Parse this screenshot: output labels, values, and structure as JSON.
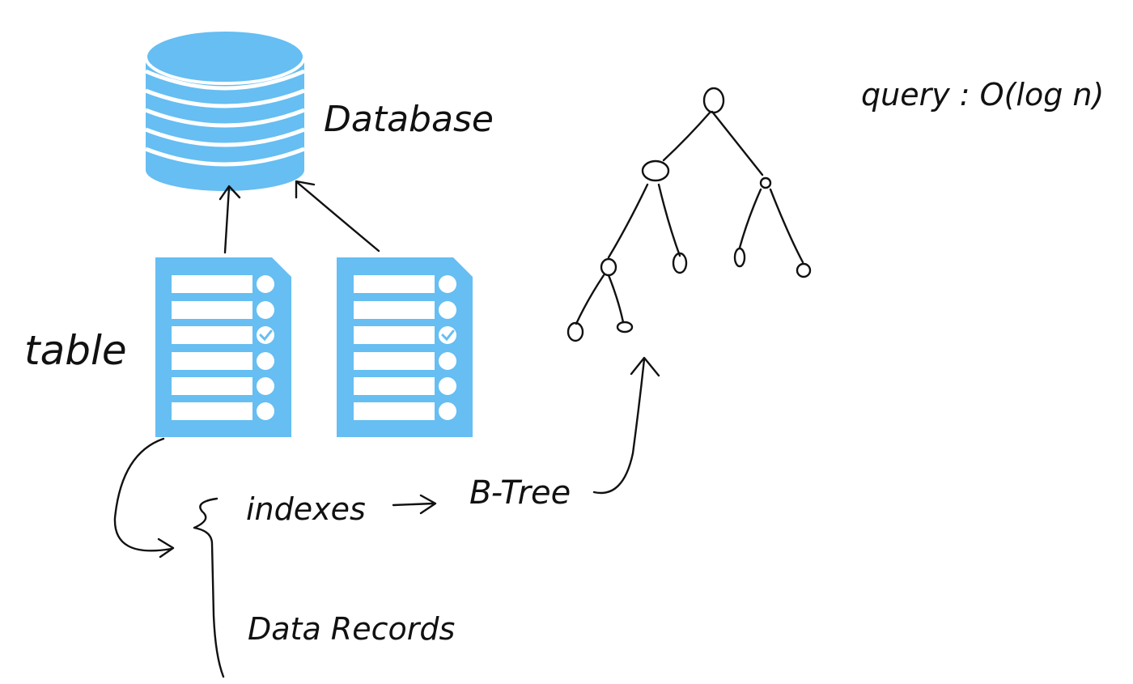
{
  "labels": {
    "database": "Database",
    "table": "table",
    "indexes": "indexes",
    "btree": "B-Tree",
    "data_records": "Data Records",
    "query": "query : O(log n)"
  },
  "colors": {
    "db_fill": "#66BEF2",
    "db_stripe": "#ffffff",
    "doc_fill": "#66BEF2",
    "ink": "#111111"
  },
  "icons": {
    "database": "database-icon",
    "table_doc": "table-document-icon",
    "checkmark": "check-icon"
  }
}
